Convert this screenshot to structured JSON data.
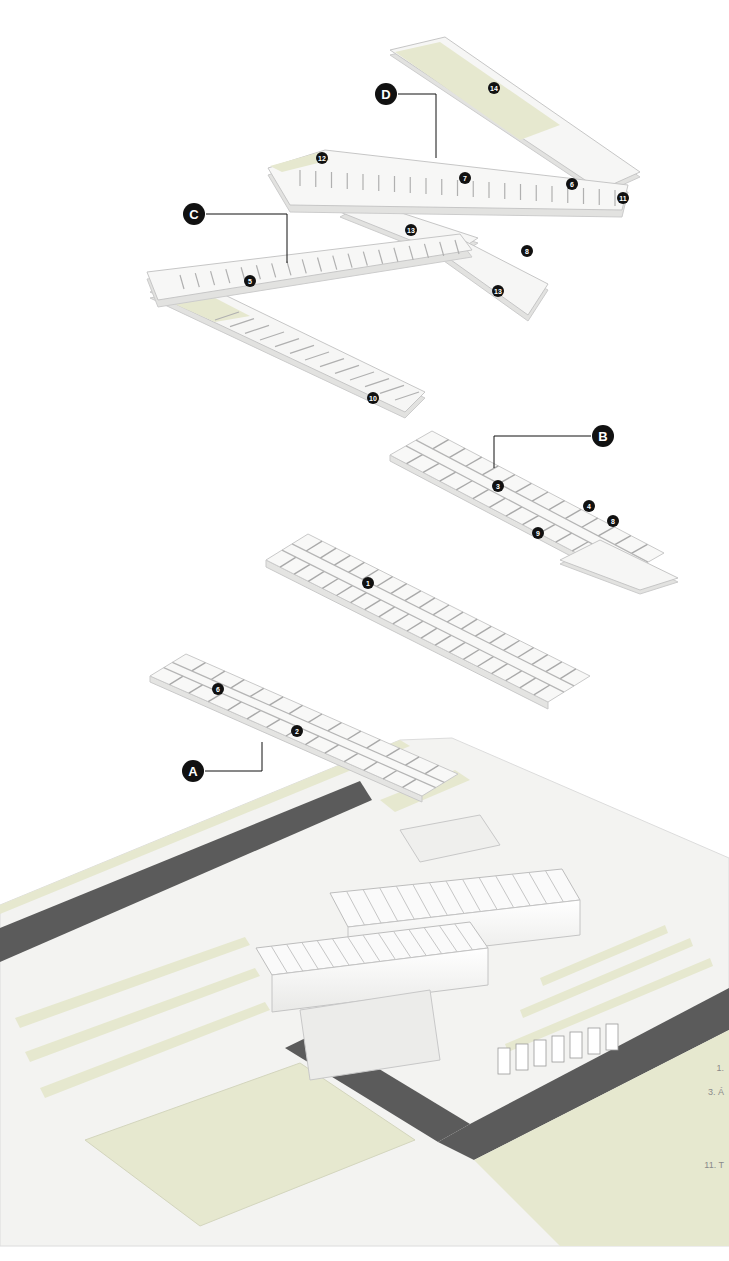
{
  "diagram": {
    "nodes": [
      {
        "text": [
          "14"
        ]
      },
      {
        "text": [
          "D"
        ]
      },
      {
        "text": [
          "12"
        ]
      },
      {
        "text": [
          "7"
        ]
      },
      {
        "text": [
          "6"
        ]
      },
      {
        "text": [
          "11"
        ]
      },
      {
        "text": [
          "C"
        ]
      },
      {
        "text": [
          "13"
        ]
      },
      {
        "text": [
          "8"
        ]
      },
      {
        "text": [
          "5"
        ]
      },
      {
        "text": [
          "13"
        ]
      },
      {
        "text": [
          "10"
        ]
      },
      {
        "text": [
          "B"
        ]
      },
      {
        "text": [
          "3"
        ]
      },
      {
        "text": [
          "4"
        ]
      },
      {
        "text": [
          "8"
        ]
      },
      {
        "text": [
          "9"
        ]
      },
      {
        "text": [
          "1"
        ]
      },
      {
        "text": [
          "6"
        ]
      },
      {
        "text": [
          "2"
        ]
      },
      {
        "text": [
          "A"
        ]
      }
    ],
    "labels": [
      "1.",
      "3. Á",
      "11. T"
    ]
  }
}
